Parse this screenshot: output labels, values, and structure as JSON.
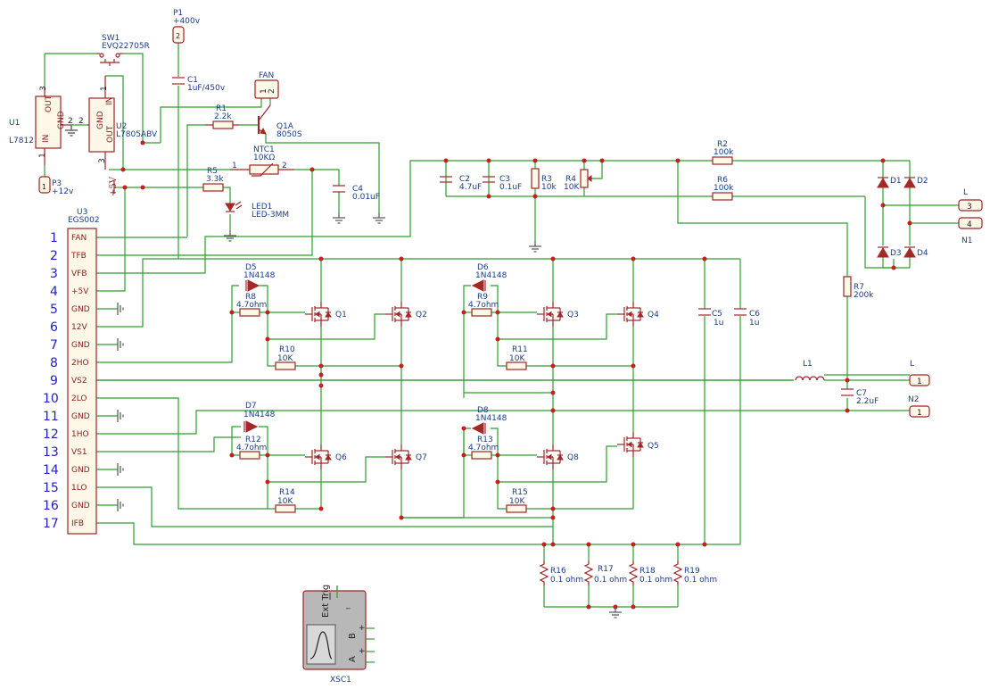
{
  "labels": {
    "sw1_ref": "SW1",
    "sw1_val": "EVQ22705R",
    "p1_ref": "P1",
    "p1_val": "+400v",
    "p1_pin": "2",
    "c1_ref": "C1",
    "c1_val": "1uF/450v",
    "fan_ref": "FAN",
    "fan_p1": "1",
    "fan_p2": "2",
    "u1_ref": "U1",
    "u1_val": "L7812",
    "u1_out": "OUT",
    "u1_gnd": "GND",
    "u1_in": "IN",
    "u1_pin3": "3",
    "u1_pin1": "1",
    "u1_pin2": "2",
    "u2_ref": "U2",
    "u2_val": "L7805ABV",
    "u2_in": "IN",
    "u2_gnd": "GND",
    "u2_out": "OUT",
    "u2_pin1": "1",
    "u2_pin2": "2",
    "u2_pin3": "3",
    "r1_ref": "R1",
    "r1_val": "2.2k",
    "q1a_ref": "Q1A",
    "q1a_val": "8050S",
    "ntc1_ref": "NTC1",
    "ntc1_val": "10KΩ",
    "ntc1_p1": "1",
    "ntc1_p2": "2",
    "r5_ref": "R5",
    "r5_val": "3.3k",
    "led1_ref": "LED1",
    "led1_val": "LED-3MM",
    "c4_ref": "C4",
    "c4_val": "0.01uF",
    "p3_ref": "P3",
    "p3_val": "+12v",
    "p3_pin": "1",
    "p5v": "+5V",
    "u3_ref": "U3",
    "u3_val": "EGS002",
    "c2_ref": "C2",
    "c2_val": "4.7uF",
    "c3_ref": "C3",
    "c3_val": "0.1uF",
    "r3_ref": "R3",
    "r3_val": "10k",
    "r4_ref": "R4",
    "r4_val": "10K",
    "r2_ref": "R2",
    "r2_val": "100k",
    "r6_ref": "R6",
    "r6_val": "100k",
    "d1": "D1",
    "d2": "D2",
    "d3": "D3",
    "d4": "D4",
    "conn_l_top": "L",
    "conn_l_top_pin": "3",
    "conn_n1_pin": "4",
    "conn_n1": "N1",
    "r7_ref": "R7",
    "r7_val": "200k",
    "d5_ref": "D5",
    "d5_val": "1N4148",
    "r8_ref": "R8",
    "r8_val": "4.7ohm",
    "d6_ref": "D6",
    "d6_val": "1N4148",
    "r9_ref": "R9",
    "r9_val": "4.7ohm",
    "d7_ref": "D7",
    "d7_val": "1N4148",
    "r12_ref": "R12",
    "r12_val": "4.7ohm",
    "d8_ref": "D8",
    "d8_val": "1N4148",
    "r13_ref": "R13",
    "r13_val": "4.7ohm",
    "r10_ref": "R10",
    "r10_val": "10K",
    "r11_ref": "R11",
    "r11_val": "10K",
    "r14_ref": "R14",
    "r14_val": "10K",
    "r15_ref": "R15",
    "r15_val": "10K",
    "q1": "Q1",
    "q2": "Q2",
    "q3": "Q3",
    "q4": "Q4",
    "q5": "Q5",
    "q6": "Q6",
    "q7": "Q7",
    "q8": "Q8",
    "c5_ref": "C5",
    "c5_val": "1u",
    "c6_ref": "C6",
    "c6_val": "1u",
    "l1_ref": "L1",
    "out_l": "L",
    "out_l_pin": "1",
    "out_n2": "N2",
    "out_n2_pin": "1",
    "c7_ref": "C7",
    "c7_val": "2.2uF",
    "r16_ref": "R16",
    "r16_val": "0.1 ohm",
    "r17_ref": "R17",
    "r17_val": "0.1 ohm",
    "r18_ref": "R18",
    "r18_val": "0.1 ohm",
    "r19_ref": "R19",
    "r19_val": "0.1 ohm",
    "xsc1_ref": "XSC1",
    "xsc_ext": "Ext Trig",
    "xsc_b": "B",
    "xsc_a": "A",
    "xsc_plus": "+",
    "xsc_minus": "_"
  },
  "u3_pins": [
    {
      "num": "1",
      "name": "FAN"
    },
    {
      "num": "2",
      "name": "TFB"
    },
    {
      "num": "3",
      "name": "VFB"
    },
    {
      "num": "4",
      "name": "+5V"
    },
    {
      "num": "5",
      "name": "GND"
    },
    {
      "num": "6",
      "name": "12V"
    },
    {
      "num": "7",
      "name": "GND"
    },
    {
      "num": "8",
      "name": "2HO"
    },
    {
      "num": "9",
      "name": "VS2"
    },
    {
      "num": "10",
      "name": "2LO"
    },
    {
      "num": "11",
      "name": "GND"
    },
    {
      "num": "12",
      "name": "1HO"
    },
    {
      "num": "13",
      "name": "VS1"
    },
    {
      "num": "14",
      "name": "GND"
    },
    {
      "num": "15",
      "name": "1LO"
    },
    {
      "num": "16",
      "name": "GND"
    },
    {
      "num": "17",
      "name": "IFB"
    }
  ],
  "colors": {
    "wire": "#2e9e2e",
    "component": "#9c2424",
    "text": "#1a3d8c",
    "pin_number": "#2020cc"
  }
}
